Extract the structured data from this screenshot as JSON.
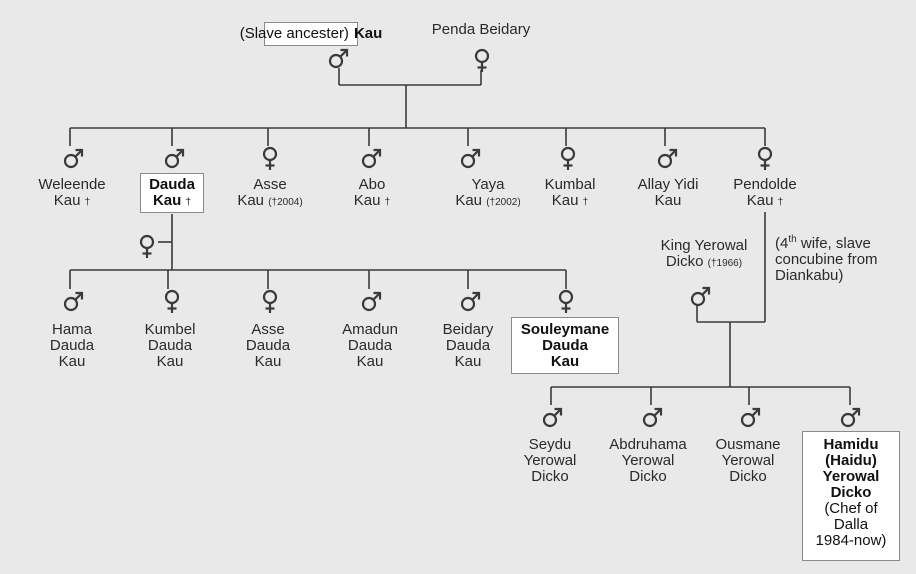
{
  "people": {
    "kau": {
      "prefix": "(Slave ancester)",
      "name": "Kau",
      "sex": "male"
    },
    "penda": {
      "name": "Penda Beidary",
      "sex": "female"
    },
    "weleende": {
      "line1": "Weleende",
      "line2": "Kau",
      "mark": "†",
      "sex": "male"
    },
    "dauda": {
      "line1": "Dauda",
      "line2": "Kau",
      "mark": "†",
      "sex": "male"
    },
    "asse_kau": {
      "line1": "Asse",
      "line2": "Kau",
      "death": "(†2004)",
      "sex": "female"
    },
    "abo": {
      "line1": "Abo",
      "line2": "Kau",
      "mark": "†",
      "sex": "male"
    },
    "yaya": {
      "line1": "Yaya",
      "line2": "Kau",
      "death": "(†2002)",
      "sex": "male"
    },
    "kumbal": {
      "line1": "Kumbal",
      "line2": "Kau",
      "mark": "†",
      "sex": "female"
    },
    "allay": {
      "line1": "Allay Yidi",
      "line2": "Kau",
      "sex": "male"
    },
    "pendolde": {
      "line1": "Pendolde",
      "line2": "Kau",
      "mark": "†",
      "sex": "female"
    },
    "dauda_wife": {
      "sex": "female"
    },
    "hama": {
      "line1": "Hama",
      "line2": "Dauda",
      "line3": "Kau",
      "sex": "male"
    },
    "kumbel": {
      "line1": "Kumbel",
      "line2": "Dauda",
      "line3": "Kau",
      "sex": "female"
    },
    "asse_dauda": {
      "line1": "Asse",
      "line2": "Dauda",
      "line3": "Kau",
      "sex": "female"
    },
    "amadun": {
      "line1": "Amadun",
      "line2": "Dauda",
      "line3": "Kau",
      "sex": "male"
    },
    "beidary": {
      "line1": "Beidary",
      "line2": "Dauda",
      "line3": "Kau",
      "sex": "male"
    },
    "souleymane": {
      "line1": "Souleymane",
      "line2": "Dauda",
      "line3": "Kau",
      "sex": "female"
    },
    "king": {
      "line1": "King Yerowal",
      "line2": "Dicko",
      "death": "(†1966)",
      "sex": "male"
    },
    "seydu": {
      "line1": "Seydu",
      "line2": "Yerowal",
      "line3": "Dicko",
      "sex": "male"
    },
    "abdruhama": {
      "line1": "Abdruhama",
      "line2": "Yerowal",
      "line3": "Dicko",
      "sex": "male"
    },
    "ousmane": {
      "line1": "Ousmane",
      "line2": "Yerowal",
      "line3": "Dicko",
      "sex": "male"
    },
    "hamidu": {
      "line1": "Hamidu",
      "line2": "(Haidu)",
      "line3": "Yerowal",
      "line4": "Dicko",
      "note1": "(Chef of",
      "note2": "Dalla",
      "note3": "1984-now)",
      "sex": "male"
    }
  },
  "annotation": {
    "pre": "(4",
    "sup": "th",
    "post": " wife, slave",
    "line2": "concubine from",
    "line3": "Diankabu)"
  },
  "colors": {
    "line": "#3a3a3a",
    "symbol": "#3a3a3a",
    "background": "#e9e9e9",
    "box": "#ffffff"
  }
}
